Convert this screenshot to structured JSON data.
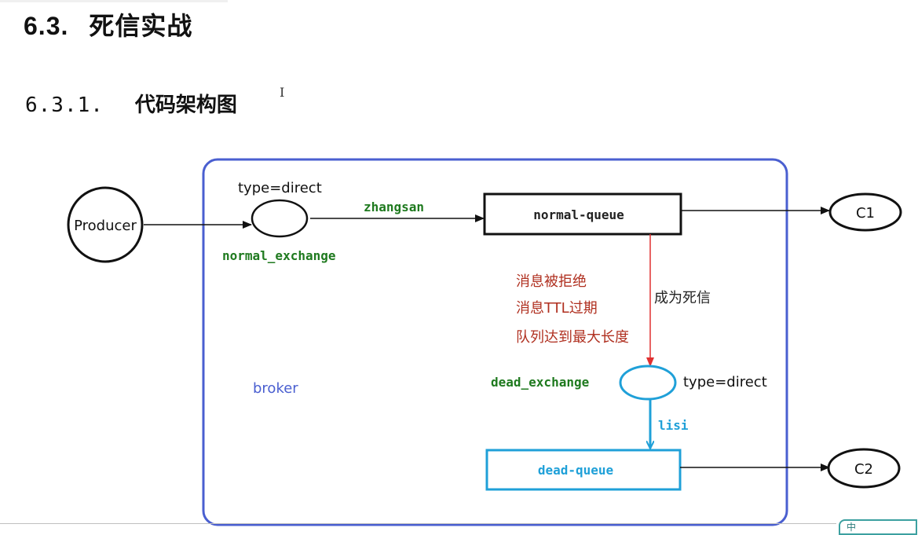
{
  "heading": {
    "number": "6.3.",
    "title": "死信实战"
  },
  "subheading": {
    "number": "6.3.1.",
    "title": "代码架构图"
  },
  "cursor_glyph": "I",
  "ime_label": "中",
  "diagram": {
    "producer": "Producer",
    "normal_exchange": {
      "type": "type=direct",
      "name": "normal_exchange",
      "routing_key": "zhangsan"
    },
    "normal_queue": "normal-queue",
    "consumer1": "C1",
    "dead_reasons": [
      "消息被拒绝",
      "消息TTL过期",
      "队列达到最大长度"
    ],
    "becomes_dead": "成为死信",
    "dead_exchange": {
      "name": "dead_exchange",
      "type": "type=direct",
      "routing_key": "lisi"
    },
    "dead_queue": "dead-queue",
    "consumer2": "C2",
    "broker": "broker",
    "colors": {
      "broker_border": "#4a5fd0",
      "green_label": "#1f7a1f",
      "red_text": "#b03020",
      "red_arrow": "#e03030",
      "blue": "#1fa0d8"
    }
  }
}
